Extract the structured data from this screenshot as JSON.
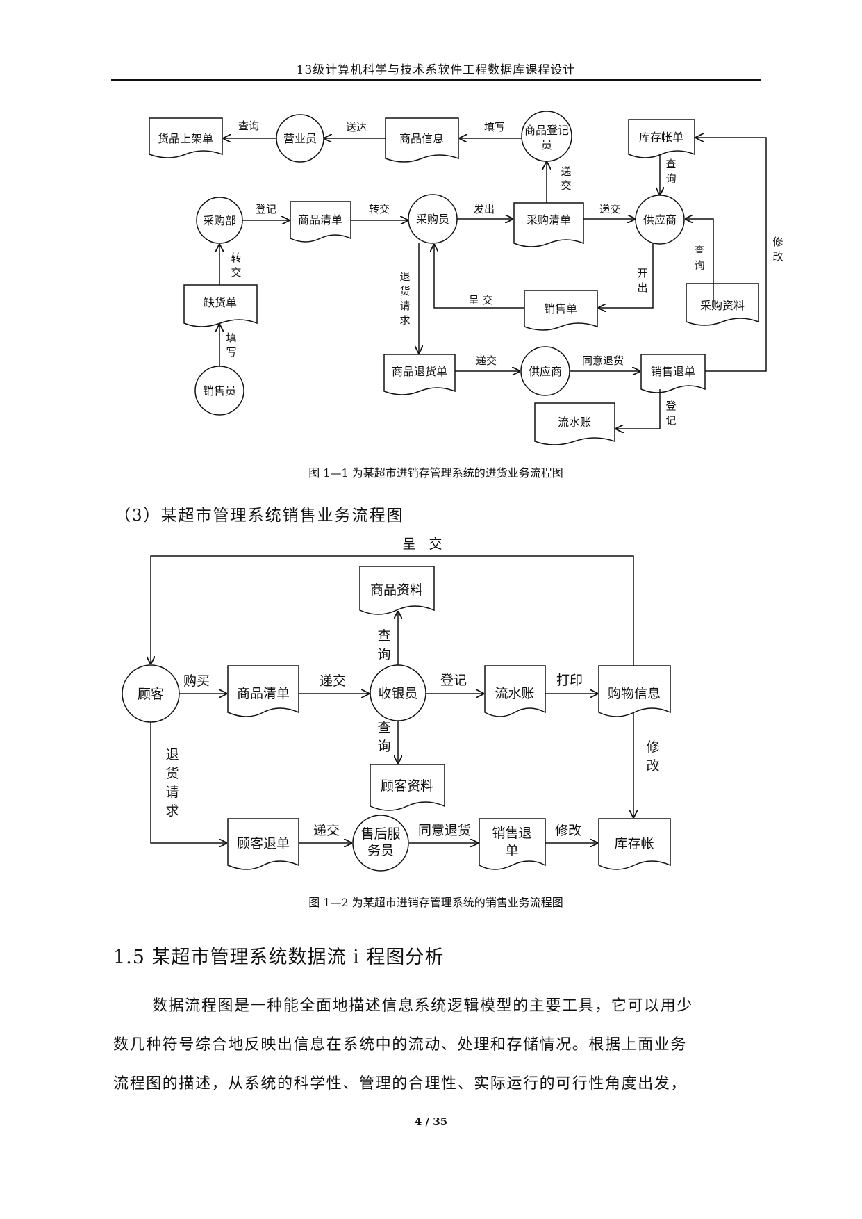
{
  "header": "13级计算机科学与技术系软件工程数据库课程设计",
  "figure1": {
    "caption": "图 1—1 为某超市进销存管理系统的进货业务流程图",
    "nodes": {
      "shelf_list": "货品上架单",
      "clerk": "营业员",
      "goods_info": "商品信息",
      "registrar_line1": "商品登记",
      "registrar_line2": "员",
      "stock_account": "库存帐单",
      "purchase_dept": "采购部",
      "goods_list": "商品清单",
      "buyer": "采购员",
      "purchase_list": "采购清单",
      "supplier": "供应商",
      "shortage_list": "缺货单",
      "sales_slip": "销售单",
      "purchase_data": "采购资料",
      "salesperson": "销售员",
      "return_list": "商品退货单",
      "supplier2": "供应商",
      "sales_return": "销售退单",
      "ledger": "流水账"
    },
    "labels": {
      "query": "查询",
      "deliver": "送达",
      "fill": "填写",
      "submit_v1": "递",
      "submit_v2": "交",
      "query_v1": "查",
      "query_v2": "询",
      "register": "登记",
      "transfer": "转交",
      "issue": "发出",
      "submit": "递交",
      "transfer_v1": "转",
      "transfer_v2": "交",
      "fill_v1": "填",
      "fill_v2": "写",
      "return_v1": "退",
      "return_v2": "货",
      "return_v3": "请",
      "return_v4": "求",
      "present": "呈 交",
      "open_v1": "开",
      "open_v2": "出",
      "query2_v1": "查",
      "query2_v2": "询",
      "modify_v1": "修",
      "modify_v2": "改",
      "submit2": "递交",
      "agree_return": "同意退货",
      "reg_v1": "登",
      "reg_v2": "记"
    }
  },
  "subheading": "（3）某超市管理系统销售业务流程图",
  "figure2": {
    "caption": "图 1—2 为某超市进销存管理系统的销售业务流程图",
    "nodes": {
      "customer": "顾客",
      "goods_list": "商品清单",
      "cashier": "收银员",
      "ledger": "流水账",
      "shopping_info": "购物信息",
      "goods_data": "商品资料",
      "customer_data": "顾客资料",
      "customer_return": "顾客退单",
      "after_sales_line1": "售后服",
      "after_sales_line2": "务员",
      "sales_return_line1": "销售退",
      "sales_return_line2": "单",
      "stock_account": "库存帐"
    },
    "labels": {
      "present": "呈　交",
      "buy": "购买",
      "submit": "递交",
      "register": "登记",
      "print": "打印",
      "query_up_v1": "查",
      "query_up_v2": "询",
      "query_down_v1": "查",
      "query_down_v2": "询",
      "return_v1": "退",
      "return_v2": "货",
      "return_v3": "请",
      "return_v4": "求",
      "modify_v1": "修",
      "modify_v2": "改",
      "submit2": "递交",
      "agree_return": "同意退货",
      "modify": "修改"
    }
  },
  "section_title": "1.5 某超市管理系统数据流 i 程图分析",
  "paragraph": {
    "line1": "数据流程图是一种能全面地描述信息系统逻辑模型的主要工具，它可以用少",
    "line2": "数几种符号综合地反映出信息在系统中的流动、处理和存储情况。根据上面业务",
    "line3": "流程图的描述，从系统的科学性、管理的合理性、实际运行的可行性角度出发，"
  },
  "page_number": "4 / 35"
}
